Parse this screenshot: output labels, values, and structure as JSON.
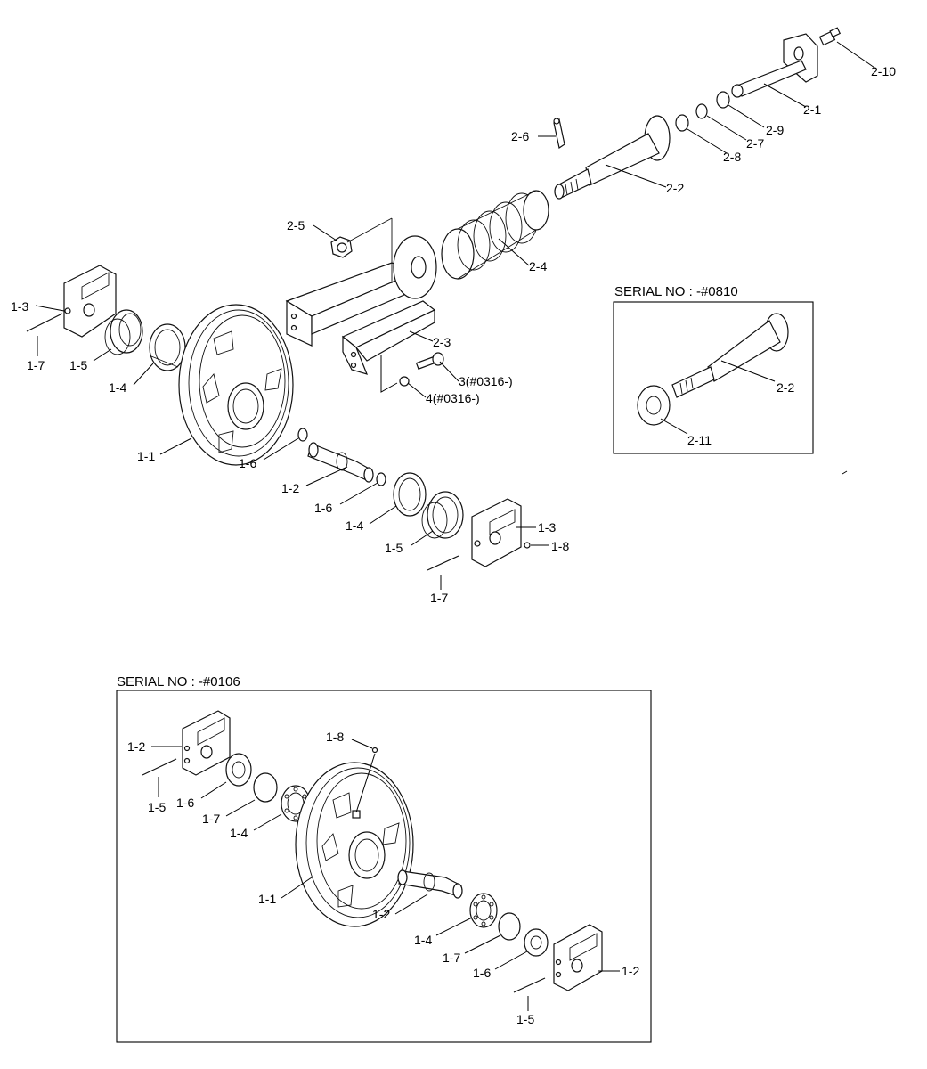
{
  "insets": {
    "upper_caption": "SERIAL NO : -#0810",
    "lower_caption": "SERIAL NO : -#0106"
  },
  "labels": {
    "main": {
      "l2_10": "2-10",
      "l2_1": "2-1",
      "l2_9": "2-9",
      "l2_7": "2-7",
      "l2_8": "2-8",
      "l2_6": "2-6",
      "l2_2": "2-2",
      "l2_5": "2-5",
      "l2_4": "2-4",
      "l2_3": "2-3",
      "l3": "3(#0316-)",
      "l4": "4(#0316-)",
      "l1_3a": "1-3",
      "l1_7a": "1-7",
      "l1_5a": "1-5",
      "l1_4a": "1-4",
      "l1_1": "1-1",
      "l1_6a": "1-6",
      "l1_2": "1-2",
      "l1_6b": "1-6",
      "l1_4b": "1-4",
      "l1_5b": "1-5",
      "l1_3b": "1-3",
      "l1_8": "1-8",
      "l1_7b": "1-7"
    },
    "upper_inset": {
      "l2_2": "2-2",
      "l2_11": "2-11"
    },
    "lower_inset": {
      "l1_2a": "1-2",
      "l1_8": "1-8",
      "l1_5a": "1-5",
      "l1_6a": "1-6",
      "l1_7a": "1-7",
      "l1_4a": "1-4",
      "l1_1": "1-1",
      "l1_2b": "1-2",
      "l1_4b": "1-4",
      "l1_7b": "1-7",
      "l1_6b": "1-6",
      "l1_2c": "1-2",
      "l1_5b": "1-5"
    }
  },
  "icons": [
    "grease-nipple-icon",
    "cotter-pin-icon",
    "spring-icon",
    "idler-wheel-icon",
    "bearing-icon"
  ]
}
